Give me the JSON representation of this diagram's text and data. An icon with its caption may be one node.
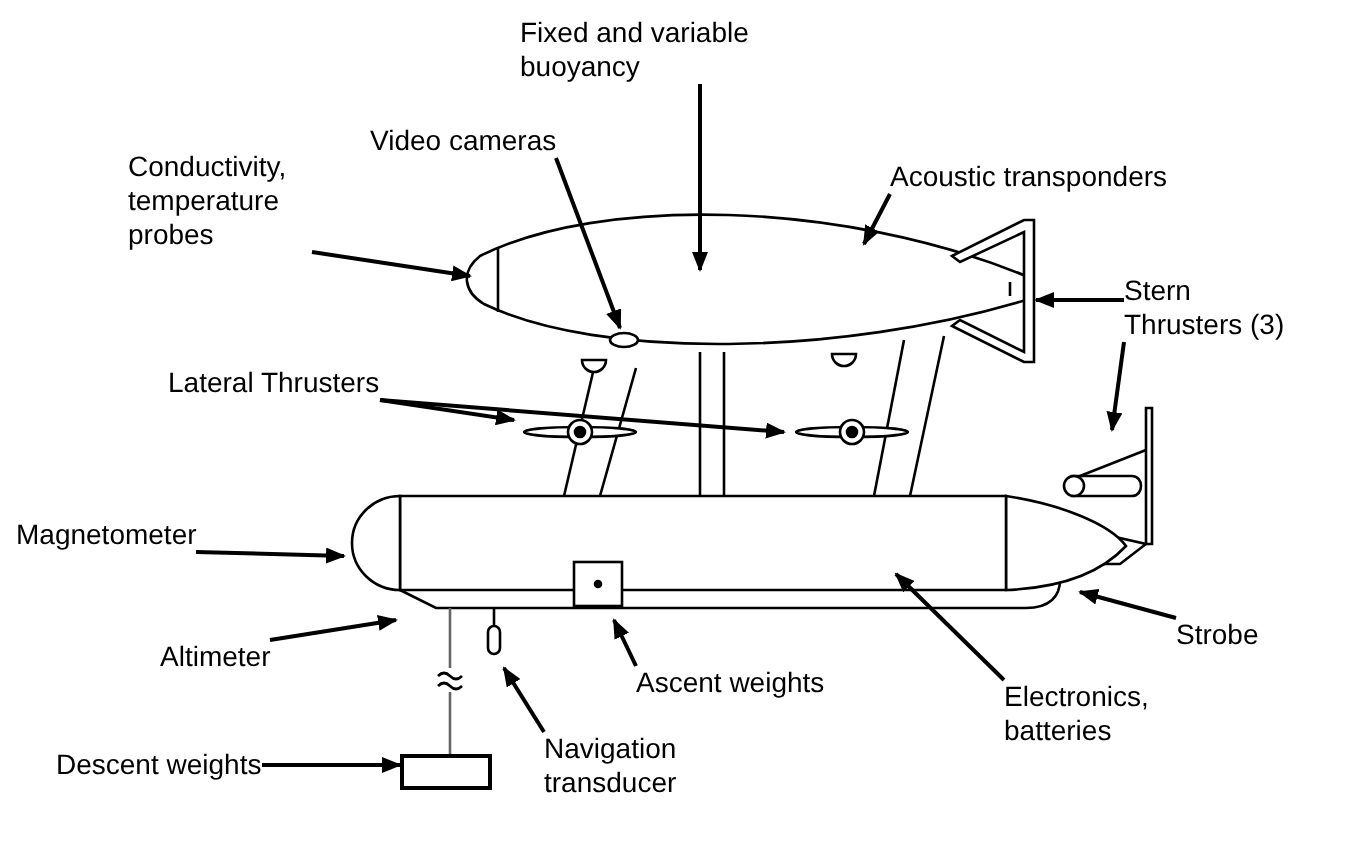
{
  "diagram": {
    "nodes": [
      {
        "text": [
          "Fixed and variable buoyancy"
        ]
      },
      {
        "text": [
          "Video cameras"
        ]
      },
      {
        "text": [
          "Conductivity, temperature probes"
        ]
      },
      {
        "text": [
          "Acoustic transponders"
        ]
      },
      {
        "text": [
          "Stern Thrusters (3)"
        ]
      },
      {
        "text": [
          "Lateral Thrusters"
        ]
      },
      {
        "text": [
          "Magnetometer"
        ]
      },
      {
        "text": [
          "Altimeter"
        ]
      },
      {
        "text": [
          "Ascent weights"
        ]
      },
      {
        "text": [
          "Descent weights"
        ]
      },
      {
        "text": [],
        "shape": "box"
      },
      {
        "text": [
          "Navigation transducer"
        ]
      },
      {
        "text": [
          "Electronics, batteries"
        ]
      },
      {
        "text": [
          "Strobe"
        ]
      }
    ],
    "edges": [
      {
        "from": 0,
        "to": null,
        "arrow": "to"
      },
      {
        "from": 1,
        "to": null,
        "arrow": "to"
      },
      {
        "from": 2,
        "to": null,
        "arrow": "to"
      },
      {
        "from": 3,
        "to": null,
        "arrow": "to"
      },
      {
        "from": 4,
        "to": null,
        "arrow": "to"
      },
      {
        "from": 4,
        "to": null,
        "arrow": "to"
      },
      {
        "from": 5,
        "to": null,
        "arrow": "to"
      },
      {
        "from": 5,
        "to": null,
        "arrow": "to"
      },
      {
        "from": 6,
        "to": null,
        "arrow": "to"
      },
      {
        "from": 7,
        "to": null,
        "arrow": "to"
      },
      {
        "from": 8,
        "to": null,
        "arrow": "to"
      },
      {
        "from": 9,
        "to": 10,
        "arrow": "to"
      },
      {
        "from": 11,
        "to": null,
        "arrow": "to"
      },
      {
        "from": 12,
        "to": null,
        "arrow": "to"
      },
      {
        "from": 13,
        "to": null,
        "arrow": "to"
      }
    ]
  }
}
